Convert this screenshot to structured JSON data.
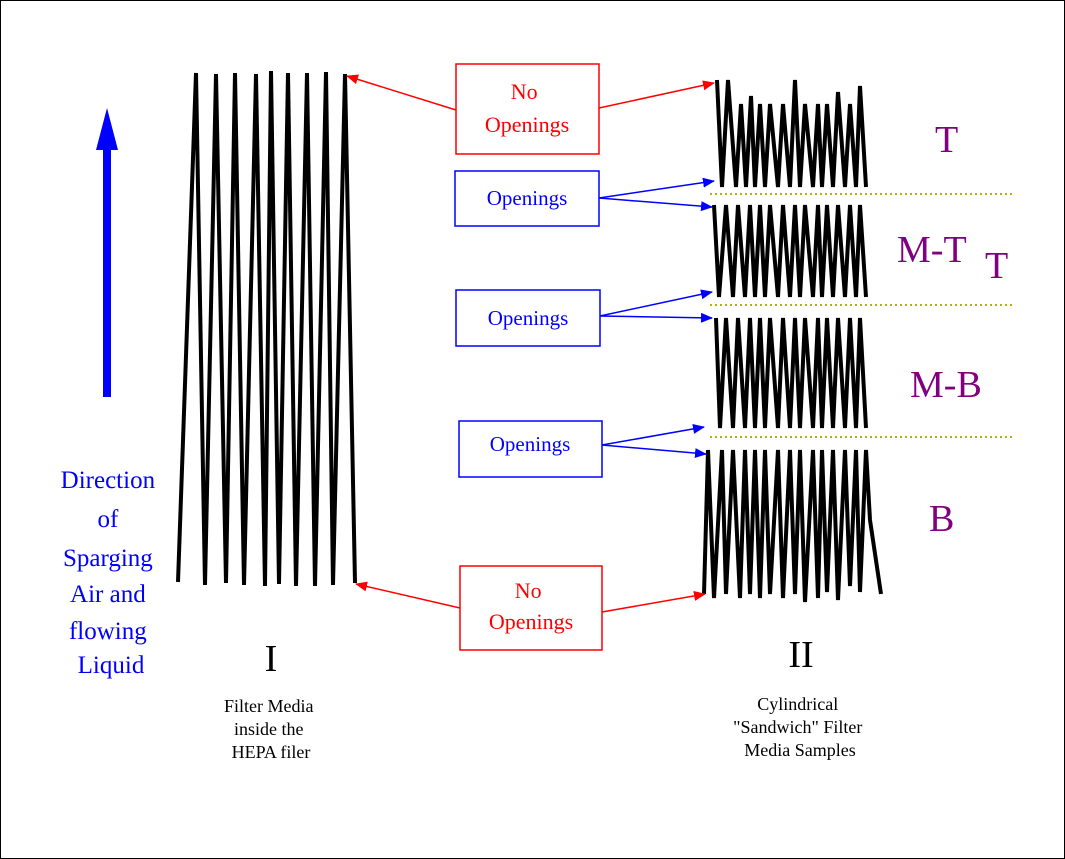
{
  "colors": {
    "red": "#ff0000",
    "blue": "#0000ff",
    "purple": "#800080",
    "dotted_line": "#b3b300",
    "zigzag": "#000000"
  },
  "direction_label": [
    "Direction",
    "of",
    "Sparging",
    "Air and",
    "flowing",
    "Liquid"
  ],
  "panel_I": {
    "roman": "I",
    "caption": [
      "Filter Media",
      "inside the",
      "HEPA filer"
    ]
  },
  "panel_II": {
    "roman": "II",
    "caption": [
      "Cylindrical",
      "\"Sandwich\" Filter",
      "Media Samples"
    ]
  },
  "no_openings_top": [
    "No",
    "Openings"
  ],
  "no_openings_bottom": [
    "No",
    "Openings"
  ],
  "openings_1": "Openings",
  "openings_2": "Openings",
  "openings_3": "Openings",
  "section_labels": {
    "T": "T",
    "MT": "M-T",
    "MT_sub": "T",
    "MB": "M-B",
    "B": "B"
  }
}
